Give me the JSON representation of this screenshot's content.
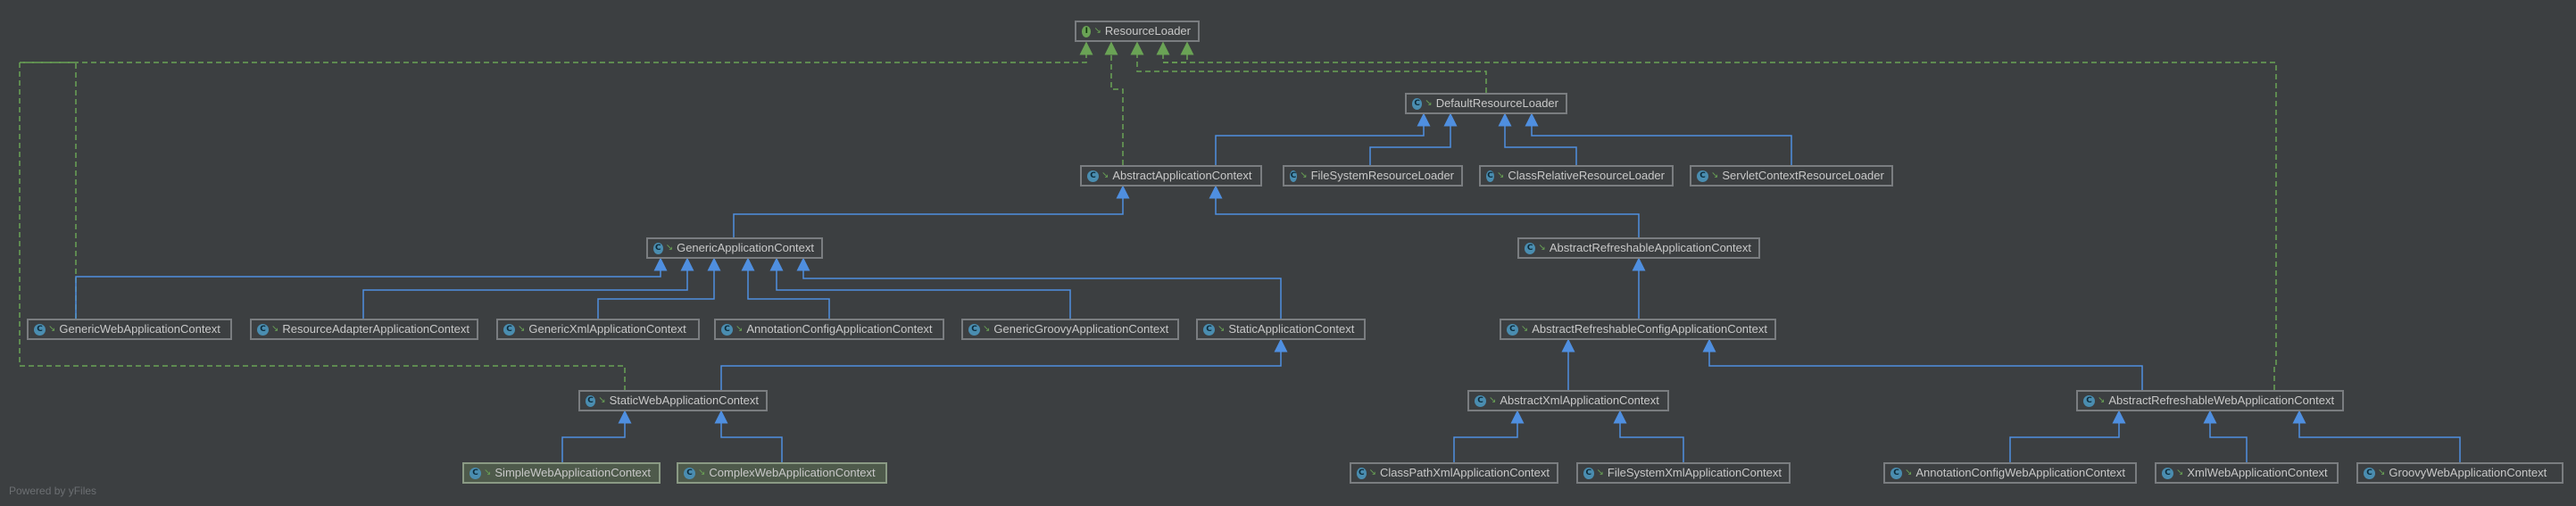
{
  "diagram": {
    "nodes": [
      {
        "id": "resource-loader",
        "label": "ResourceLoader",
        "kind": "interface"
      },
      {
        "id": "default-resource-loader",
        "label": "DefaultResourceLoader",
        "kind": "class"
      },
      {
        "id": "abstract-application-context",
        "label": "AbstractApplicationContext",
        "kind": "class"
      },
      {
        "id": "file-system-resource-loader",
        "label": "FileSystemResourceLoader",
        "kind": "class"
      },
      {
        "id": "class-relative-resource-loader",
        "label": "ClassRelativeResourceLoader",
        "kind": "class"
      },
      {
        "id": "servlet-context-resource-loader",
        "label": "ServletContextResourceLoader",
        "kind": "class"
      },
      {
        "id": "generic-application-context",
        "label": "GenericApplicationContext",
        "kind": "class"
      },
      {
        "id": "abstract-refreshable-application-context",
        "label": "AbstractRefreshableApplicationContext",
        "kind": "class"
      },
      {
        "id": "generic-web-application-context",
        "label": "GenericWebApplicationContext",
        "kind": "class"
      },
      {
        "id": "resource-adapter-application-context",
        "label": "ResourceAdapterApplicationContext",
        "kind": "class"
      },
      {
        "id": "generic-xml-application-context",
        "label": "GenericXmlApplicationContext",
        "kind": "class"
      },
      {
        "id": "annotation-config-application-context",
        "label": "AnnotationConfigApplicationContext",
        "kind": "class"
      },
      {
        "id": "generic-groovy-application-context",
        "label": "GenericGroovyApplicationContext",
        "kind": "class"
      },
      {
        "id": "static-application-context",
        "label": "StaticApplicationContext",
        "kind": "class"
      },
      {
        "id": "abstract-refreshable-config-application-context",
        "label": "AbstractRefreshableConfigApplicationContext",
        "kind": "class"
      },
      {
        "id": "static-web-application-context",
        "label": "StaticWebApplicationContext",
        "kind": "class"
      },
      {
        "id": "abstract-xml-application-context",
        "label": "AbstractXmlApplicationContext",
        "kind": "class"
      },
      {
        "id": "abstract-refreshable-web-application-context",
        "label": "AbstractRefreshableWebApplicationContext",
        "kind": "class"
      },
      {
        "id": "simple-web-application-context",
        "label": "SimpleWebApplicationContext",
        "kind": "class",
        "highlight": true
      },
      {
        "id": "complex-web-application-context",
        "label": "ComplexWebApplicationContext",
        "kind": "class",
        "highlight": true
      },
      {
        "id": "class-path-xml-application-context",
        "label": "ClassPathXmlApplicationContext",
        "kind": "class"
      },
      {
        "id": "file-system-xml-application-context",
        "label": "FileSystemXmlApplicationContext",
        "kind": "class"
      },
      {
        "id": "annotation-config-web-application-context",
        "label": "AnnotationConfigWebApplicationContext",
        "kind": "class"
      },
      {
        "id": "xml-web-application-context",
        "label": "XmlWebApplicationContext",
        "kind": "class"
      },
      {
        "id": "groovy-web-application-context",
        "label": "GroovyWebApplicationContext",
        "kind": "class"
      }
    ],
    "edges": [
      {
        "from": "default-resource-loader",
        "to": "resource-loader",
        "type": "implements"
      },
      {
        "from": "abstract-application-context",
        "to": "resource-loader",
        "type": "implements"
      },
      {
        "from": "generic-web-application-context",
        "to": "resource-loader",
        "type": "implements"
      },
      {
        "from": "static-web-application-context",
        "to": "resource-loader",
        "type": "implements"
      },
      {
        "from": "abstract-refreshable-web-application-context",
        "to": "resource-loader",
        "type": "implements"
      },
      {
        "from": "abstract-application-context",
        "to": "default-resource-loader",
        "type": "extends"
      },
      {
        "from": "file-system-resource-loader",
        "to": "default-resource-loader",
        "type": "extends"
      },
      {
        "from": "class-relative-resource-loader",
        "to": "default-resource-loader",
        "type": "extends"
      },
      {
        "from": "servlet-context-resource-loader",
        "to": "default-resource-loader",
        "type": "extends"
      },
      {
        "from": "generic-application-context",
        "to": "abstract-application-context",
        "type": "extends"
      },
      {
        "from": "abstract-refreshable-application-context",
        "to": "abstract-application-context",
        "type": "extends"
      },
      {
        "from": "generic-web-application-context",
        "to": "generic-application-context",
        "type": "extends"
      },
      {
        "from": "resource-adapter-application-context",
        "to": "generic-application-context",
        "type": "extends"
      },
      {
        "from": "generic-xml-application-context",
        "to": "generic-application-context",
        "type": "extends"
      },
      {
        "from": "annotation-config-application-context",
        "to": "generic-application-context",
        "type": "extends"
      },
      {
        "from": "generic-groovy-application-context",
        "to": "generic-application-context",
        "type": "extends"
      },
      {
        "from": "static-application-context",
        "to": "generic-application-context",
        "type": "extends"
      },
      {
        "from": "abstract-refreshable-config-application-context",
        "to": "abstract-refreshable-application-context",
        "type": "extends"
      },
      {
        "from": "static-web-application-context",
        "to": "static-application-context",
        "type": "extends"
      },
      {
        "from": "abstract-xml-application-context",
        "to": "abstract-refreshable-config-application-context",
        "type": "extends"
      },
      {
        "from": "abstract-refreshable-web-application-context",
        "to": "abstract-refreshable-config-application-context",
        "type": "extends"
      },
      {
        "from": "simple-web-application-context",
        "to": "static-web-application-context",
        "type": "extends"
      },
      {
        "from": "complex-web-application-context",
        "to": "static-web-application-context",
        "type": "extends"
      },
      {
        "from": "class-path-xml-application-context",
        "to": "abstract-xml-application-context",
        "type": "extends"
      },
      {
        "from": "file-system-xml-application-context",
        "to": "abstract-xml-application-context",
        "type": "extends"
      },
      {
        "from": "annotation-config-web-application-context",
        "to": "abstract-refreshable-web-application-context",
        "type": "extends"
      },
      {
        "from": "xml-web-application-context",
        "to": "abstract-refreshable-web-application-context",
        "type": "extends"
      },
      {
        "from": "groovy-web-application-context",
        "to": "abstract-refreshable-web-application-context",
        "type": "extends"
      }
    ]
  },
  "colors": {
    "background": "#3c3f41",
    "extends_edge": "#4f8fe0",
    "implements_edge": "#6aa355",
    "class_icon": "#4a8db0",
    "interface_icon": "#6aa355",
    "highlight_node": "#4e5a4b"
  },
  "watermark": "Powered by yFiles"
}
